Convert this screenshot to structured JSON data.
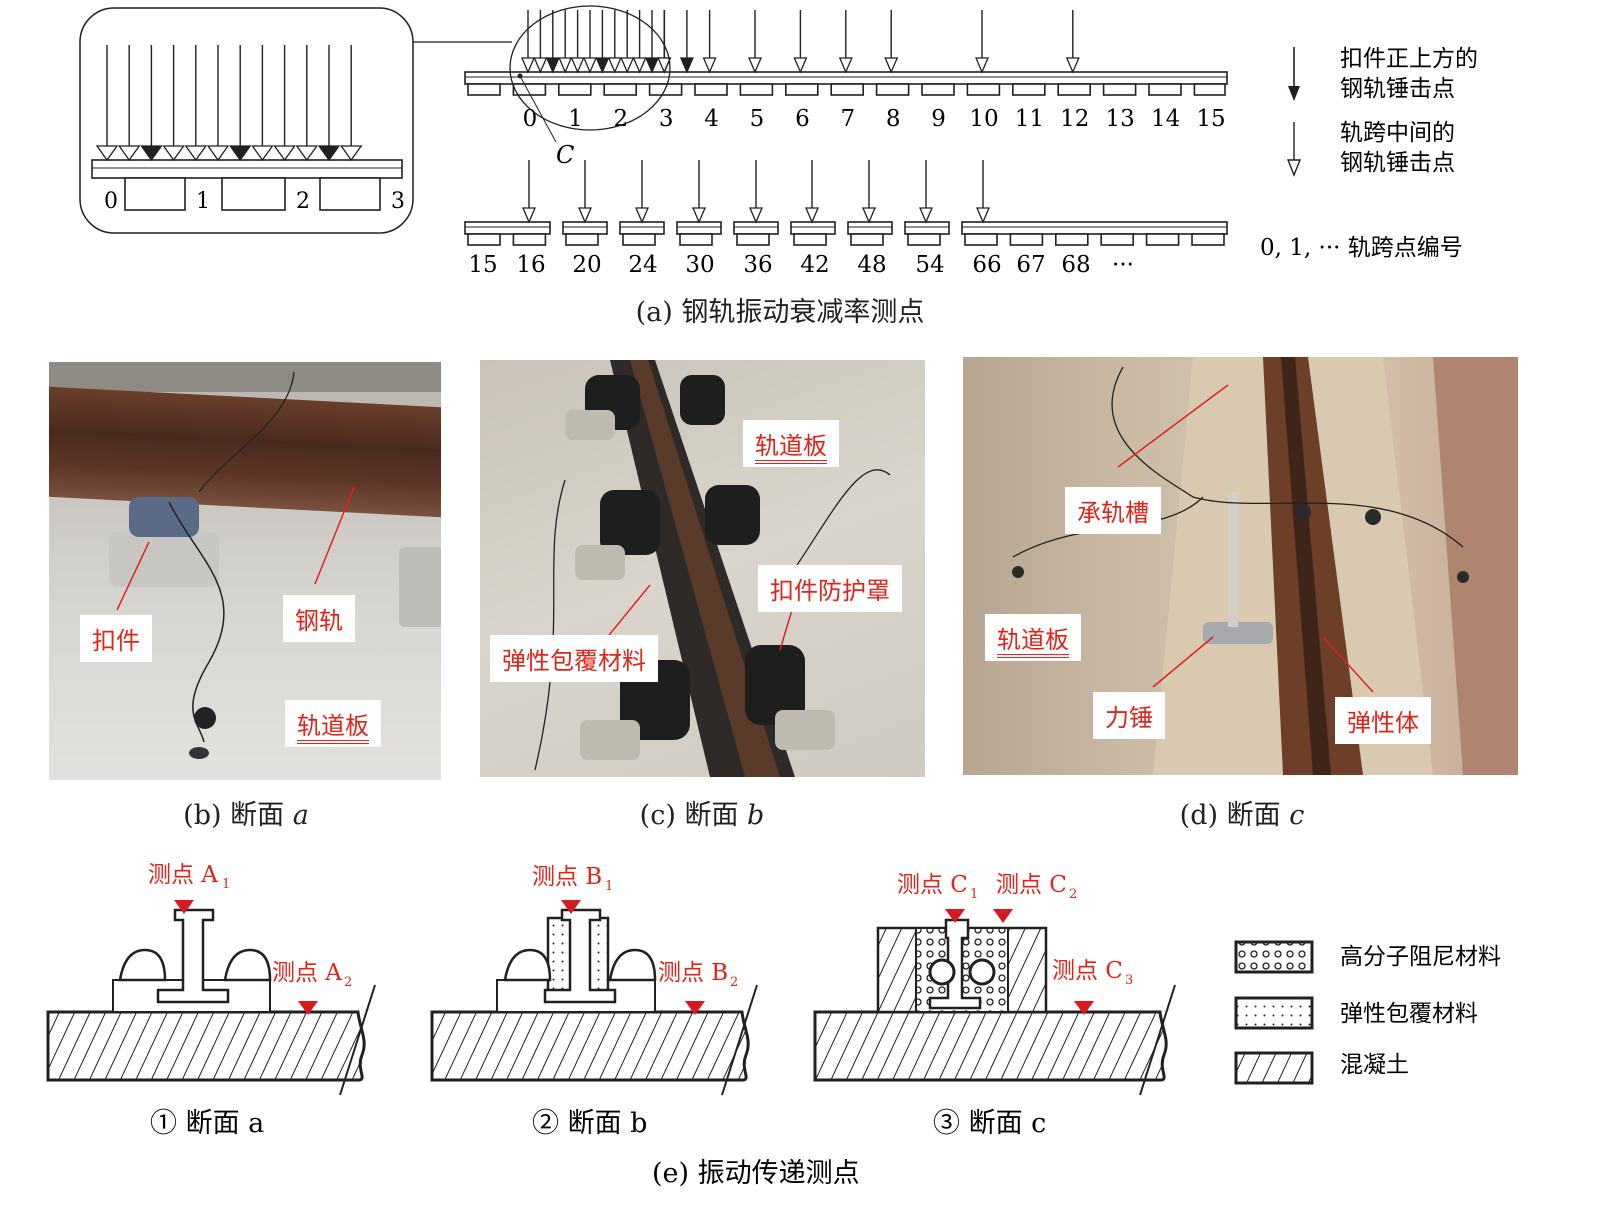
{
  "panel_a": {
    "caption": "(a) 钢轨振动衰减率测点",
    "top_labels": [
      "0",
      "1",
      "2",
      "3",
      "4",
      "5",
      "6",
      "7",
      "8",
      "9",
      "10",
      "11",
      "12",
      "13",
      "14",
      "15"
    ],
    "bottom_labels": [
      "15",
      "16",
      "20",
      "24",
      "30",
      "36",
      "42",
      "48",
      "54",
      "66",
      "67",
      "68",
      "···"
    ],
    "inset_labels": [
      "0",
      "1",
      "2",
      "3"
    ],
    "point_c": "C",
    "legend": {
      "above_fastener_line1": "扣件正上方的",
      "above_fastener_line2": "钢轨锤击点",
      "mid_span_line1": "轨跨中间的",
      "mid_span_line2": "钢轨锤击点",
      "span_numbers": "0, 1, ···  轨跨点编号"
    }
  },
  "panel_b": {
    "caption_prefix": "(b) 断面 ",
    "caption_var": "a",
    "tags": {
      "fastener": "扣件",
      "rail": "钢轨",
      "slab": "轨道板"
    }
  },
  "panel_c": {
    "caption_prefix": "(c) 断面 ",
    "caption_var": "b",
    "tags": {
      "slab": "轨道板",
      "cover": "扣件防护罩",
      "coating": "弹性包覆材料"
    }
  },
  "panel_d": {
    "caption_prefix": "(d) 断面 ",
    "caption_var": "c",
    "tags": {
      "groove": "承轨槽",
      "slab": "轨道板",
      "hammer": "力锤",
      "elastomer": "弹性体"
    }
  },
  "panel_e": {
    "caption": "(e) 振动传递测点",
    "sections": [
      {
        "caption": "① 断面 a",
        "p1": "测点 A",
        "p1_sub": "1",
        "p2": "测点 A",
        "p2_sub": "2"
      },
      {
        "caption": "② 断面 b",
        "p1": "测点 B",
        "p1_sub": "1",
        "p2": "测点 B",
        "p2_sub": "2"
      },
      {
        "caption": "③ 断面 c",
        "p1": "测点 C",
        "p1_sub": "1",
        "p2": "测点 C",
        "p2_sub": "2",
        "p3": "测点 C",
        "p3_sub": "3"
      }
    ],
    "legend": [
      "高分子阻尼材料",
      "弹性包覆材料",
      "混凝土"
    ]
  },
  "colors": {
    "label_red": "#e2231a",
    "marker_red": "#d71920"
  }
}
